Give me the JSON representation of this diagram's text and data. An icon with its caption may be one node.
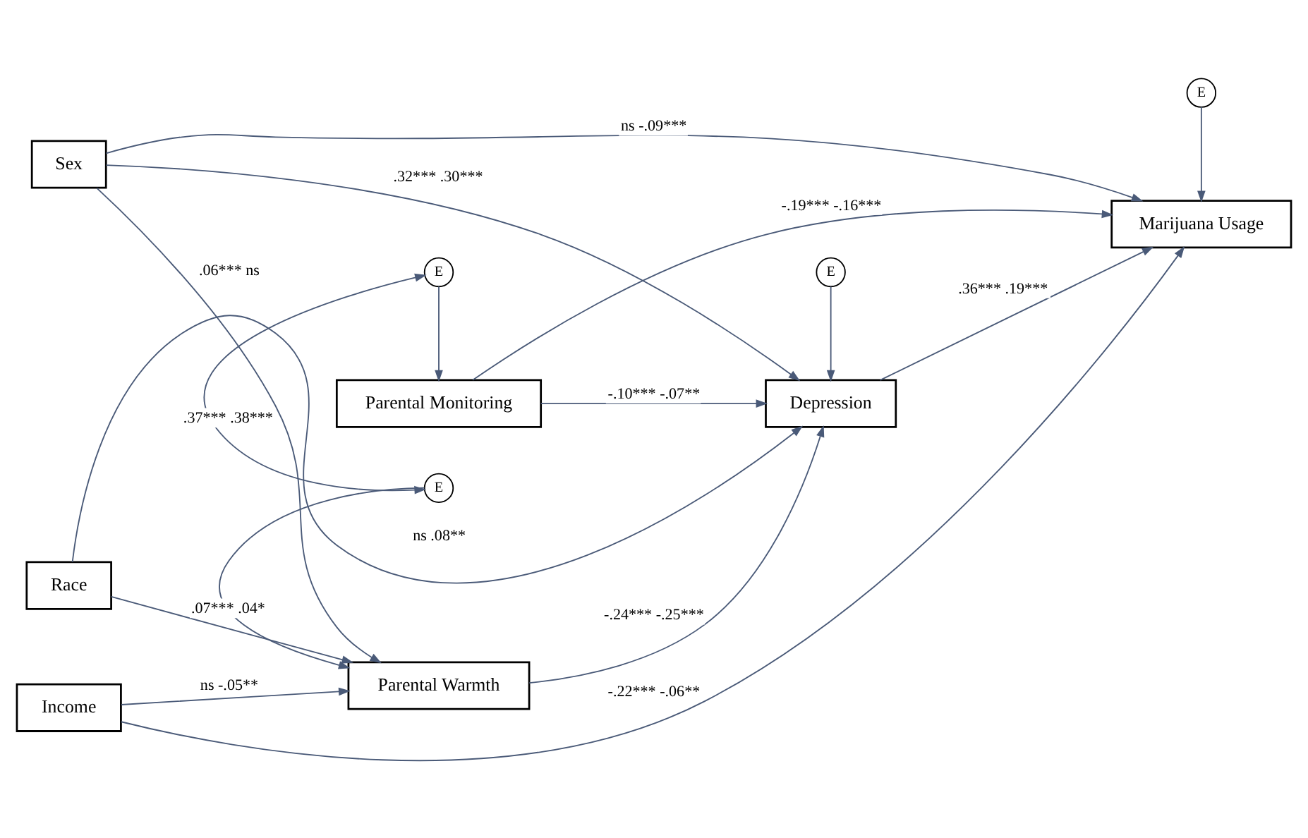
{
  "diagram": {
    "nodes": [
      {
        "text": [
          "Parental Warmth"
        ]
      },
      {
        "text": [
          "E"
        ]
      },
      {
        "text": [
          "Sex"
        ]
      },
      {
        "text": [
          "E"
        ]
      },
      {
        "text": [
          "E"
        ]
      },
      {
        "text": [
          "Depression"
        ]
      },
      {
        "text": [
          "Marijuana Usage"
        ]
      },
      {
        "text": [
          "Race"
        ]
      },
      {
        "text": [
          "E"
        ]
      },
      {
        "text": [
          "Parental Monitoring"
        ]
      },
      {
        "text": [
          "Income"
        ]
      }
    ],
    "edges": [
      {
        "from": 2,
        "to": 0,
        "arrow": "to",
        "label": ".06*** ns"
      },
      {
        "from": 2,
        "to": 6,
        "arrow": "to",
        "label": "ns -.09***"
      },
      {
        "from": 2,
        "to": 5,
        "arrow": "to",
        "label": ".32*** .30***"
      },
      {
        "from": 7,
        "to": 0,
        "arrow": "to",
        "label": ".07*** .04*"
      },
      {
        "from": 7,
        "to": 5,
        "arrow": "to",
        "label": "ns .08**"
      },
      {
        "from": 10,
        "to": 0,
        "arrow": "to",
        "label": "ns -.05**"
      },
      {
        "from": 10,
        "to": 6,
        "arrow": "to",
        "label": "-.22*** -.06**"
      },
      {
        "from": 0,
        "to": 5,
        "arrow": "to",
        "label": "-.24*** -.25***"
      },
      {
        "from": 9,
        "to": 5,
        "arrow": "to",
        "label": "-.10*** -.07**"
      },
      {
        "from": 9,
        "to": 6,
        "arrow": "to",
        "label": "-.19*** -.16***"
      },
      {
        "from": 5,
        "to": 6,
        "arrow": "to",
        "label": ".36*** .19***"
      },
      {
        "from": 1,
        "to": 0,
        "arrow": "to"
      },
      {
        "from": 3,
        "to": 5,
        "arrow": "to"
      },
      {
        "from": 4,
        "to": 6,
        "arrow": "to"
      },
      {
        "from": 8,
        "to": 9,
        "arrow": "to"
      },
      {
        "from": 1,
        "to": 8,
        "arrow": "both",
        "label": ".37*** .38***"
      }
    ]
  }
}
